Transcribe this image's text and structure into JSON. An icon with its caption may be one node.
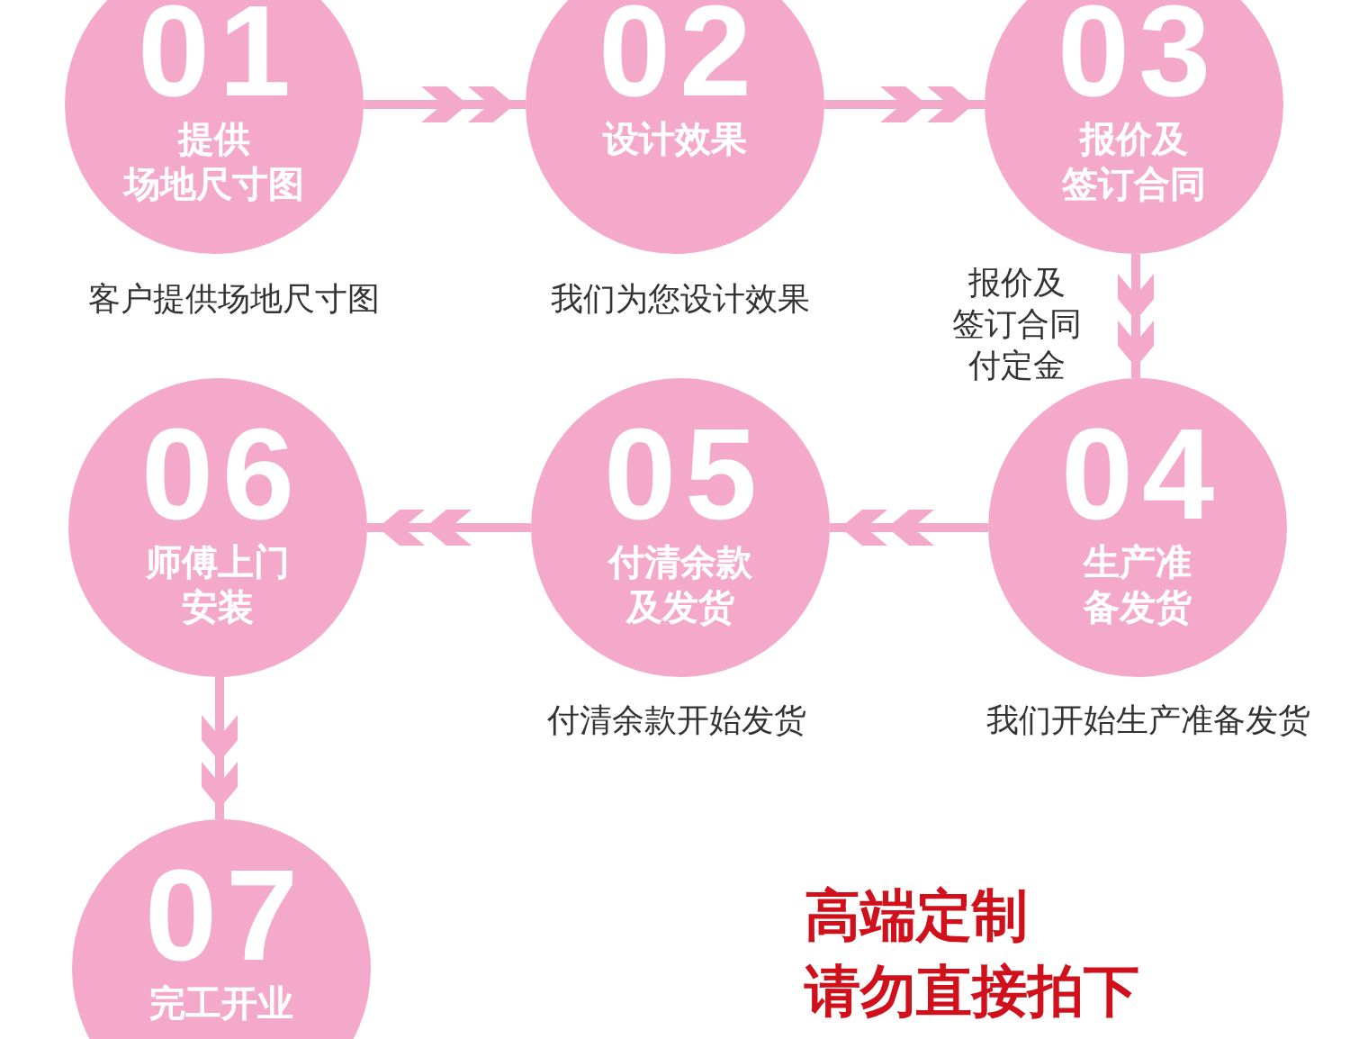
{
  "diagram": {
    "nodes": [
      {
        "text": [
          "01",
          "提供场地尺寸图"
        ],
        "beside": [
          "客户提供场地尺寸图"
        ]
      },
      {
        "text": [
          "02",
          "设计效果"
        ],
        "beside": [
          "我们为您设计效果"
        ]
      },
      {
        "text": [
          "03",
          "报价及签订合同"
        ],
        "beside": [
          "报价及签订合同付定金"
        ]
      },
      {
        "text": [
          "04",
          "生产准备发货"
        ],
        "beside": [
          "我们开始生产准备发货"
        ]
      },
      {
        "text": [
          "05",
          "付清余款及发货"
        ],
        "beside": [
          "付清余款开始发货"
        ]
      },
      {
        "text": [
          "06",
          "师傅上门安装"
        ]
      },
      {
        "text": [
          "07",
          "完工开业"
        ]
      }
    ],
    "edges": [
      {
        "from": 0,
        "to": 1,
        "arrow": "to"
      },
      {
        "from": 1,
        "to": 2,
        "arrow": "to"
      },
      {
        "from": 2,
        "to": 3,
        "arrow": "to"
      },
      {
        "from": 3,
        "to": 4,
        "arrow": "to"
      },
      {
        "from": 4,
        "to": 5,
        "arrow": "to"
      },
      {
        "from": 5,
        "to": 6,
        "arrow": "to"
      }
    ],
    "labels": [
      "高端定制",
      "请勿直接拍下"
    ]
  }
}
